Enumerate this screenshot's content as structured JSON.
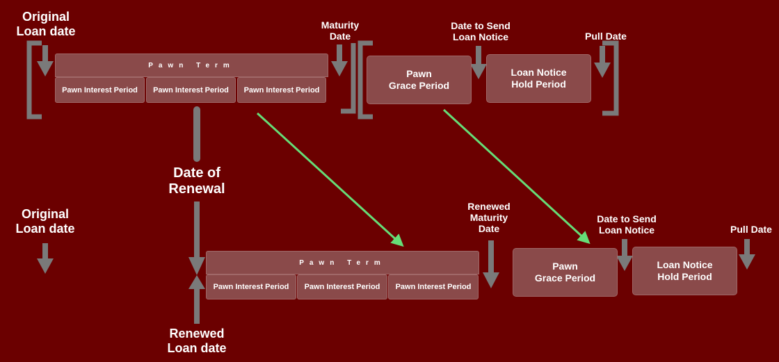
{
  "top_row": {
    "original_loan_date": "Original\nLoan date",
    "maturity_date": "Maturity\nDate",
    "date_to_send_notice": "Date to Send\nLoan Notice",
    "pull_date": "Pull Date",
    "pawn_term": "Pawn Term",
    "interest_periods": [
      "Pawn Interest Period",
      "Pawn Interest Period",
      "Pawn Interest Period"
    ],
    "grace_period": "Pawn\nGrace Period",
    "notice_hold_period": "Loan Notice\nHold Period"
  },
  "renewal": {
    "date_of_renewal": "Date of\nRenewal",
    "renewed_loan_date": "Renewed\nLoan date"
  },
  "bottom_row": {
    "original_loan_date": "Original\nLoan date",
    "renewed_maturity_date": "Renewed\nMaturity\nDate",
    "date_to_send_notice": "Date to Send\nLoan Notice",
    "pull_date": "Pull Date",
    "pawn_term": "Pawn Term",
    "interest_periods": [
      "Pawn Interest Period",
      "Pawn Interest Period",
      "Pawn Interest Period"
    ],
    "grace_period": "Pawn\nGrace Period",
    "notice_hold_period": "Loan Notice\nHold Period"
  },
  "colors": {
    "background": "#6b0000",
    "box_fill": "#8a4a4a",
    "arrow_gray": "#7a7a7a",
    "shift_arrow": "#66dd77"
  }
}
